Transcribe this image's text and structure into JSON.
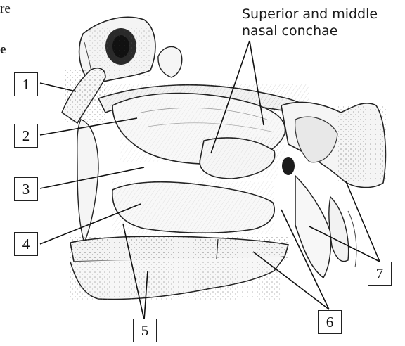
{
  "edge_text": {
    "line1": "re",
    "line2": "e"
  },
  "title": {
    "line1": "Superior and middle",
    "line2": "nasal conchae"
  },
  "labels": [
    "1",
    "2",
    "3",
    "4",
    "5",
    "6",
    "7"
  ]
}
